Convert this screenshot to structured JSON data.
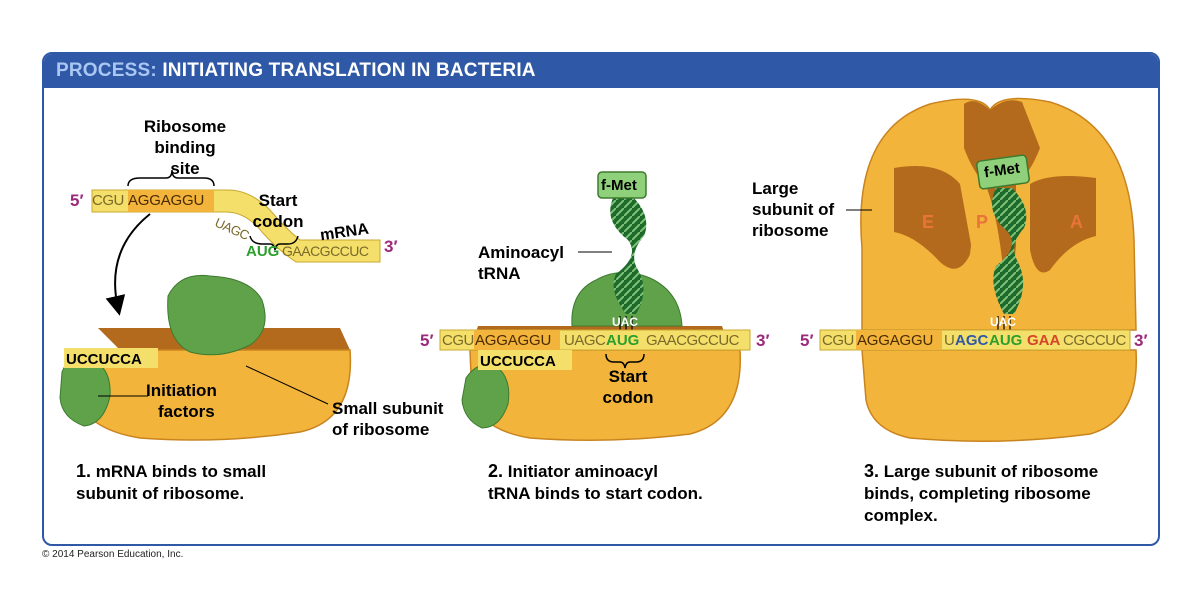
{
  "title": {
    "prefix": "PROCESS:",
    "text": "INITIATING TRANSLATION IN BACTERIA"
  },
  "colors": {
    "frame": "#2f58a6",
    "ribosome": "#f2b43a",
    "ribosome_dark": "#b46a1c",
    "mrna": "#f3df6a",
    "start_codon": "#2c9e2c",
    "factors": "#5fa24a",
    "tRNA": "#2f7a34",
    "prime": "#9b2a7a"
  },
  "mrna": {
    "five_prime": "5′",
    "three_prime": "3′",
    "seg1": "CGU",
    "rbs": "AGGAGGU",
    "mid": "UAGC",
    "start": "AUG",
    "tail": "GAACGCCUC",
    "label": "mRNA"
  },
  "step3_seq": {
    "seg1": "CGU",
    "rbs": "AGGAGGU",
    "u": "U",
    "p_site": "AGC",
    "start": "AUG",
    "a_site": "GAA",
    "tail": "CGCCUC"
  },
  "labels": {
    "rbs_line1": "Ribosome",
    "rbs_line2": "binding",
    "rbs_line3": "site",
    "start_codon_l1": "Start",
    "start_codon_l2": "codon",
    "anti_sd": "UCCUCCA",
    "initiation_l1": "Initiation",
    "initiation_l2": "factors",
    "small_l1": "Small subunit",
    "small_l2": "of ribosome",
    "aminoacyl_l1": "Aminoacyl",
    "aminoacyl_l2": "tRNA",
    "anticodon": "UAC",
    "fmet": "f-Met",
    "large_l1": "Large",
    "large_l2": "subunit of",
    "large_l3": "ribosome",
    "site_e": "E",
    "site_p": "P",
    "site_a": "A"
  },
  "steps": [
    {
      "num": "1.",
      "line1": "mRNA binds to small",
      "line2": "subunit of ribosome."
    },
    {
      "num": "2.",
      "line1": "Initiator aminoacyl",
      "line2": "tRNA binds to start codon."
    },
    {
      "num": "3.",
      "line1": "Large subunit of ribosome",
      "line2": "binds, completing ribosome",
      "line3": "complex."
    }
  ],
  "copyright": "© 2014 Pearson Education, Inc."
}
